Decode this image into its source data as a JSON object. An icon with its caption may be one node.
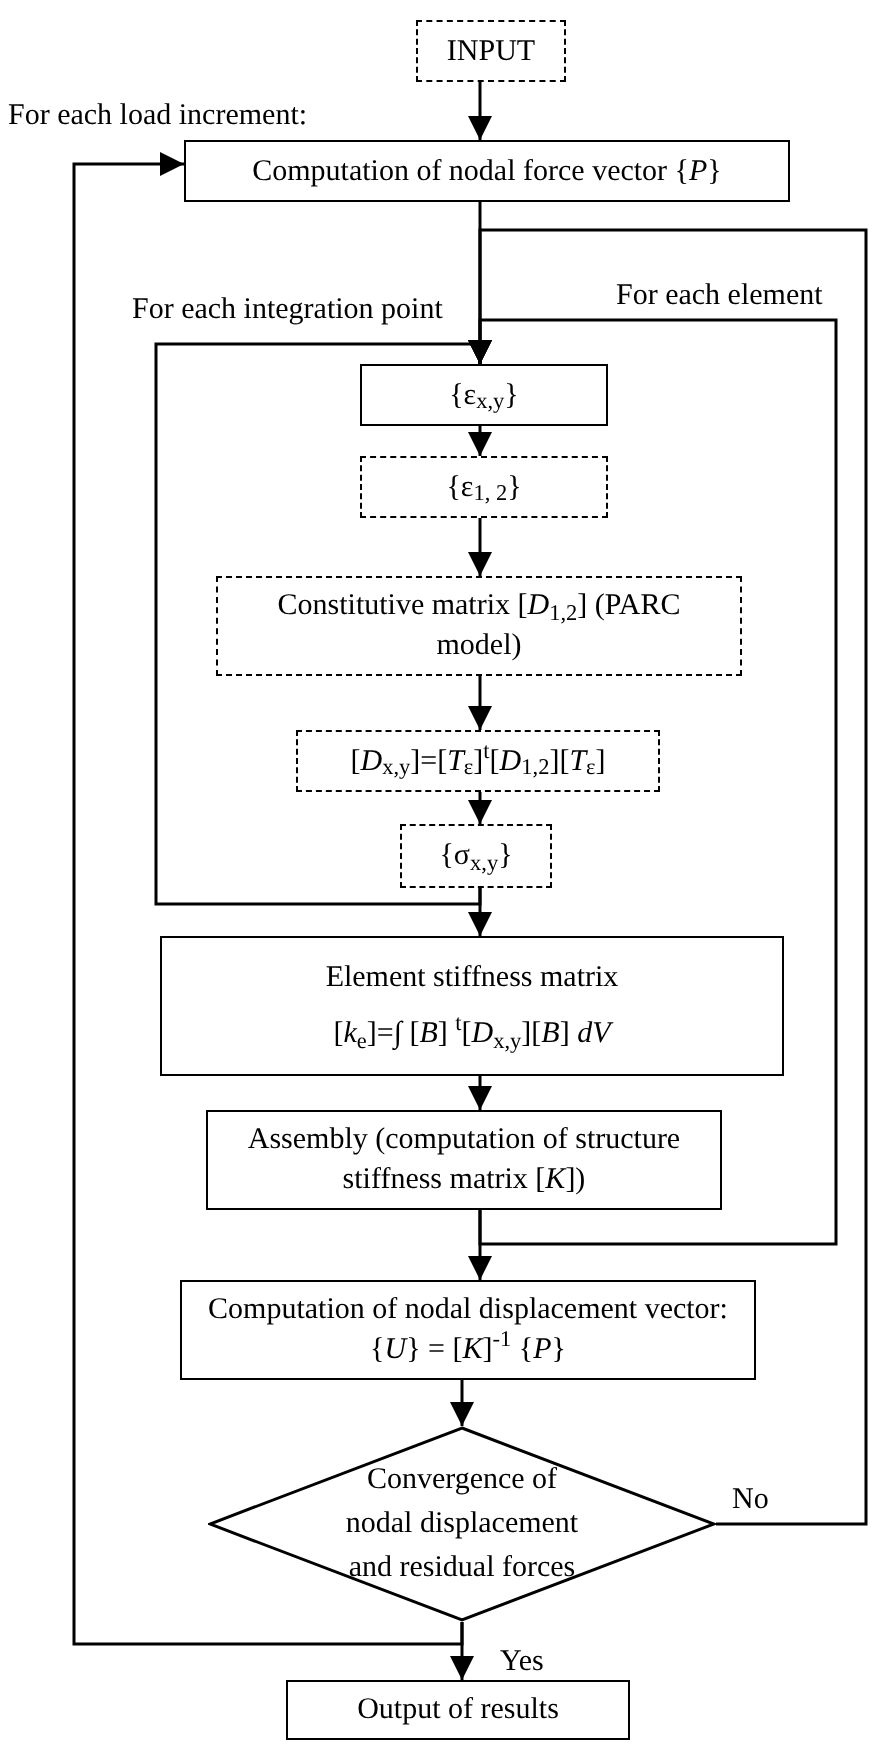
{
  "diagram": {
    "nodes": [
      {
        "text": [
          "INPUT"
        ]
      },
      {
        "text": [
          "Computation of nodal force vector {*P*}"
        ]
      },
      {
        "text": [
          "{ε$_{x,y}$}"
        ]
      },
      {
        "text": [
          "{ε$_{1, 2}$}"
        ]
      },
      {
        "text": [
          "Constitutive matrix [*D*$_{1,2}$] (PARC model)"
        ]
      },
      {
        "text": [
          "[*D*$_{x,y}$]=[*T*$_{ε}$]$^{t}$[*D*$_{1,2}$][*T*$_{ε}$]"
        ]
      },
      {
        "text": [
          "{σ$_{x,y}$}"
        ]
      },
      {
        "text": [
          "Element stiffness matrix",
          "[*k*$_{e}$]=∫ [*B*] $^{t}$[*D*$_{x,y}$][*B*] *dV*"
        ]
      },
      {
        "text": [
          "Assembly (computation of structure stiffness matrix [*K*])"
        ]
      },
      {
        "text": [
          "Computation of nodal displacement vector: {*U*} = [*K*]$^{-1}$ {*P*}"
        ]
      },
      {
        "text": [
          "Convergence of nodal displacement and residual forces"
        ]
      },
      {
        "text": [
          "Output of results"
        ]
      }
    ],
    "edges": [
      {
        "from": 0,
        "to": 1,
        "arrow": "to"
      },
      {
        "from": 1,
        "to": 2,
        "arrow": "to"
      },
      {
        "from": 2,
        "to": 3,
        "arrow": "to"
      },
      {
        "from": 3,
        "to": 4,
        "arrow": "to"
      },
      {
        "from": 4,
        "to": 5,
        "arrow": "to"
      },
      {
        "from": 5,
        "to": 6,
        "arrow": "to"
      },
      {
        "from": 6,
        "to": 7,
        "arrow": "to"
      },
      {
        "from": 7,
        "to": 8,
        "arrow": "to"
      },
      {
        "from": 8,
        "to": 9,
        "arrow": "to"
      },
      {
        "from": 9,
        "to": 10,
        "arrow": "to"
      },
      {
        "from": 10,
        "to": 11,
        "arrow": "to",
        "label": "Yes"
      },
      {
        "from": 6,
        "to": 2,
        "arrow": "to"
      },
      {
        "from": 8,
        "to": 2,
        "arrow": "to"
      },
      {
        "from": 10,
        "to": 2,
        "arrow": "to",
        "label": "No"
      },
      {
        "from": 10,
        "to": 1,
        "arrow": "to"
      }
    ],
    "labels": [
      "For each load increment:",
      "For each integration point",
      "For each element"
    ]
  }
}
